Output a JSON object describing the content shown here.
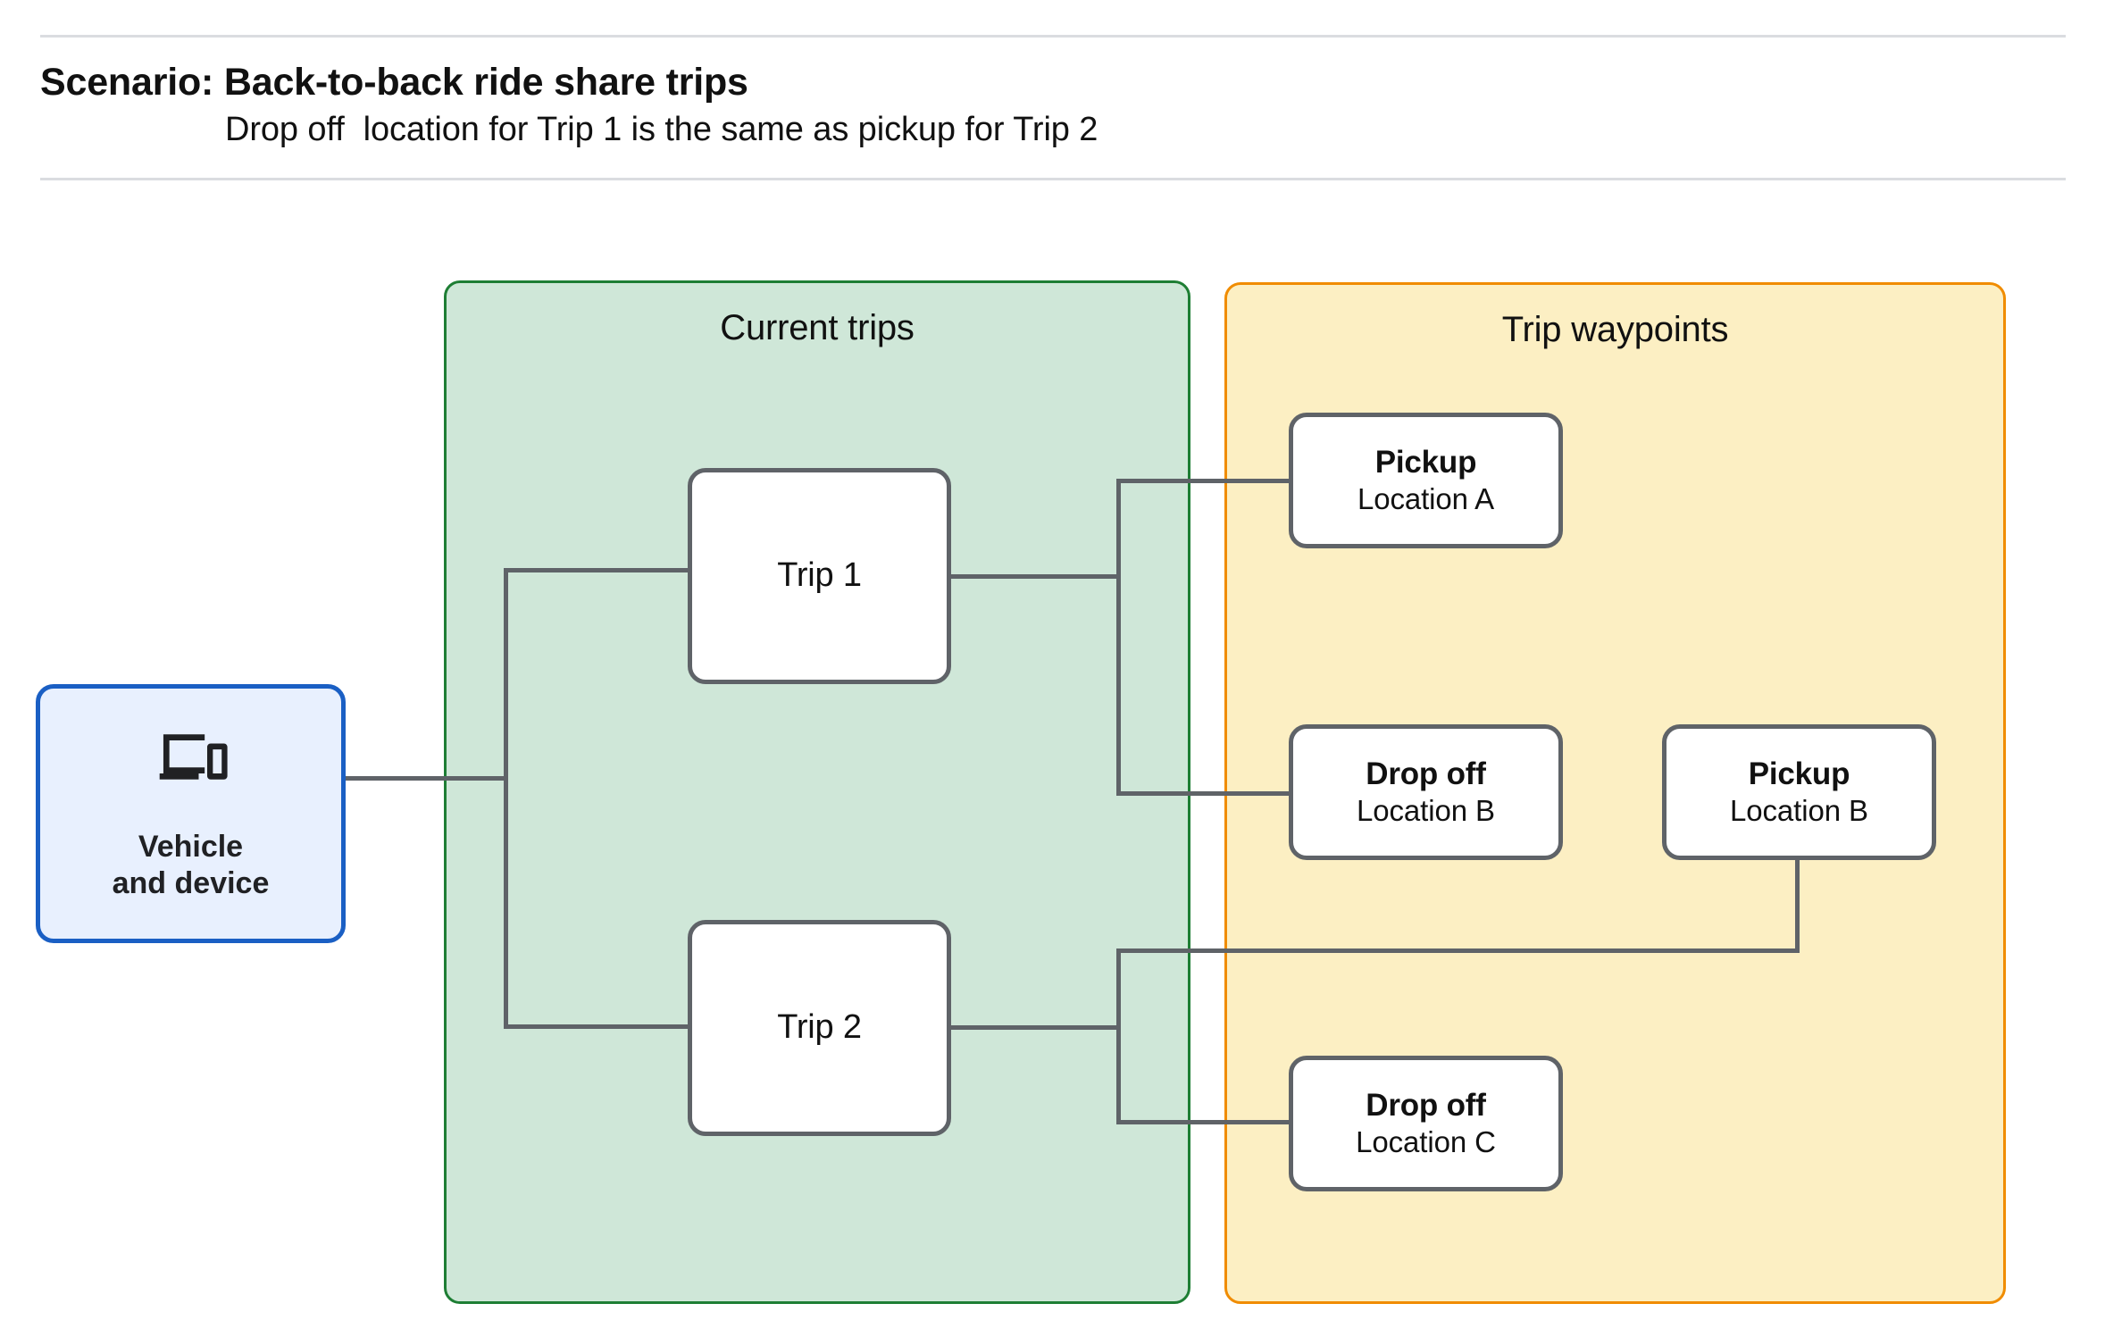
{
  "header": {
    "title": "Scenario: Back-to-back ride share trips",
    "subtitle": "Drop off  location for Trip 1 is the same as pickup for Trip 2"
  },
  "vehicle": {
    "label": "Vehicle\nand device",
    "icon": "devices-icon",
    "fill_color": "#e8f0fe",
    "border_color": "#1a5fc4"
  },
  "panels": [
    {
      "id": "current-trips",
      "title": "Current trips",
      "fill_color": "#cfe7d8",
      "border_color": "#1e7e34"
    },
    {
      "id": "trip-waypoints",
      "title": "Trip waypoints",
      "fill_color": "#fcefc3",
      "border_color": "#f08c00"
    }
  ],
  "trips": [
    {
      "id": "trip-1",
      "label": "Trip 1"
    },
    {
      "id": "trip-2",
      "label": "Trip 2"
    }
  ],
  "waypoints": [
    {
      "id": "pickup-a",
      "type": "Pickup",
      "location": "Location A"
    },
    {
      "id": "dropoff-b",
      "type": "Drop off",
      "location": "Location B"
    },
    {
      "id": "pickup-b",
      "type": "Pickup",
      "location": "Location B"
    },
    {
      "id": "dropoff-c",
      "type": "Drop off",
      "location": "Location C"
    }
  ],
  "colors": {
    "node_border": "#5f6368",
    "connector": "#5f6368",
    "rule": "#dadce0",
    "text": "#111111"
  }
}
